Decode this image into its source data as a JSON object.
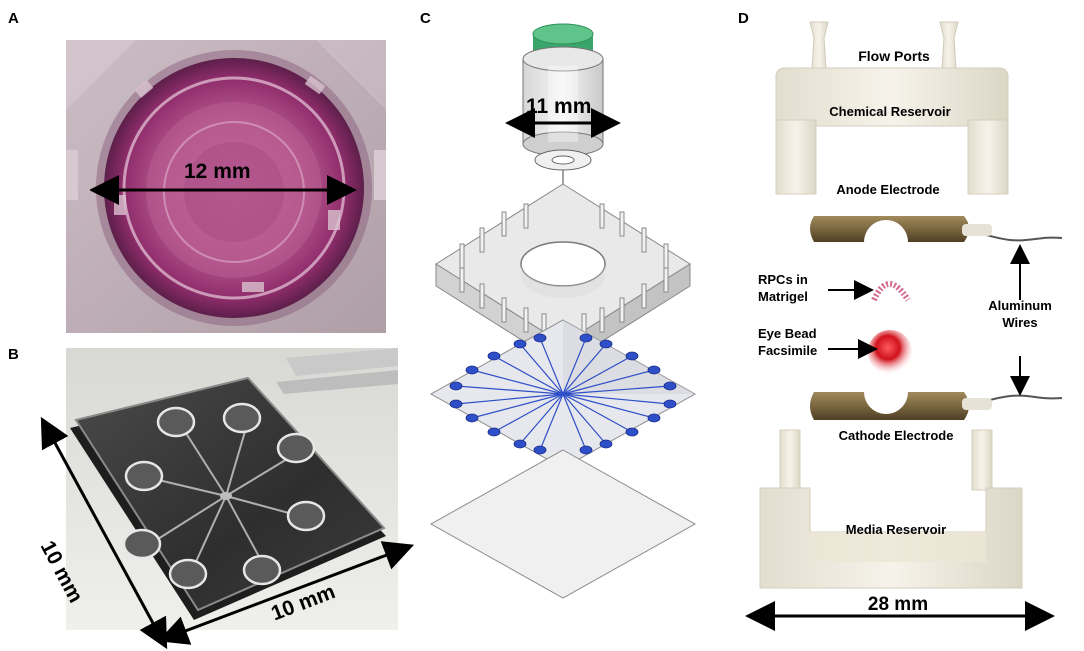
{
  "panels": {
    "a": {
      "letter": "A",
      "dimension_label": "12 mm"
    },
    "b": {
      "letter": "B",
      "dimension_left": "10 mm",
      "dimension_bottom": "10 mm"
    },
    "c": {
      "letter": "C",
      "dimension_label": "11 mm"
    },
    "d": {
      "letter": "D",
      "labels": {
        "flow_ports": "Flow Ports",
        "chemical_reservoir": "Chemical Reservoir",
        "anode_electrode": "Anode Electrode",
        "rpcs_line1": "RPCs in",
        "rpcs_line2": "Matrigel",
        "aluminum_line1": "Aluminum",
        "aluminum_line2": "Wires",
        "eye_bead_line1": "Eye Bead",
        "eye_bead_line2": "Facsimile",
        "cathode_electrode": "Cathode Electrode",
        "media_reservoir": "Media Reservoir",
        "width_label": "28 mm"
      }
    }
  },
  "colors": {
    "well_magenta": "#a0397a",
    "electrode_blue": "#2f4fc8",
    "cap_green": "#3aa56a",
    "bead_red": "#d0121c",
    "electrode_bronze": "#7a6640",
    "resin_white": "#f2efe6"
  }
}
